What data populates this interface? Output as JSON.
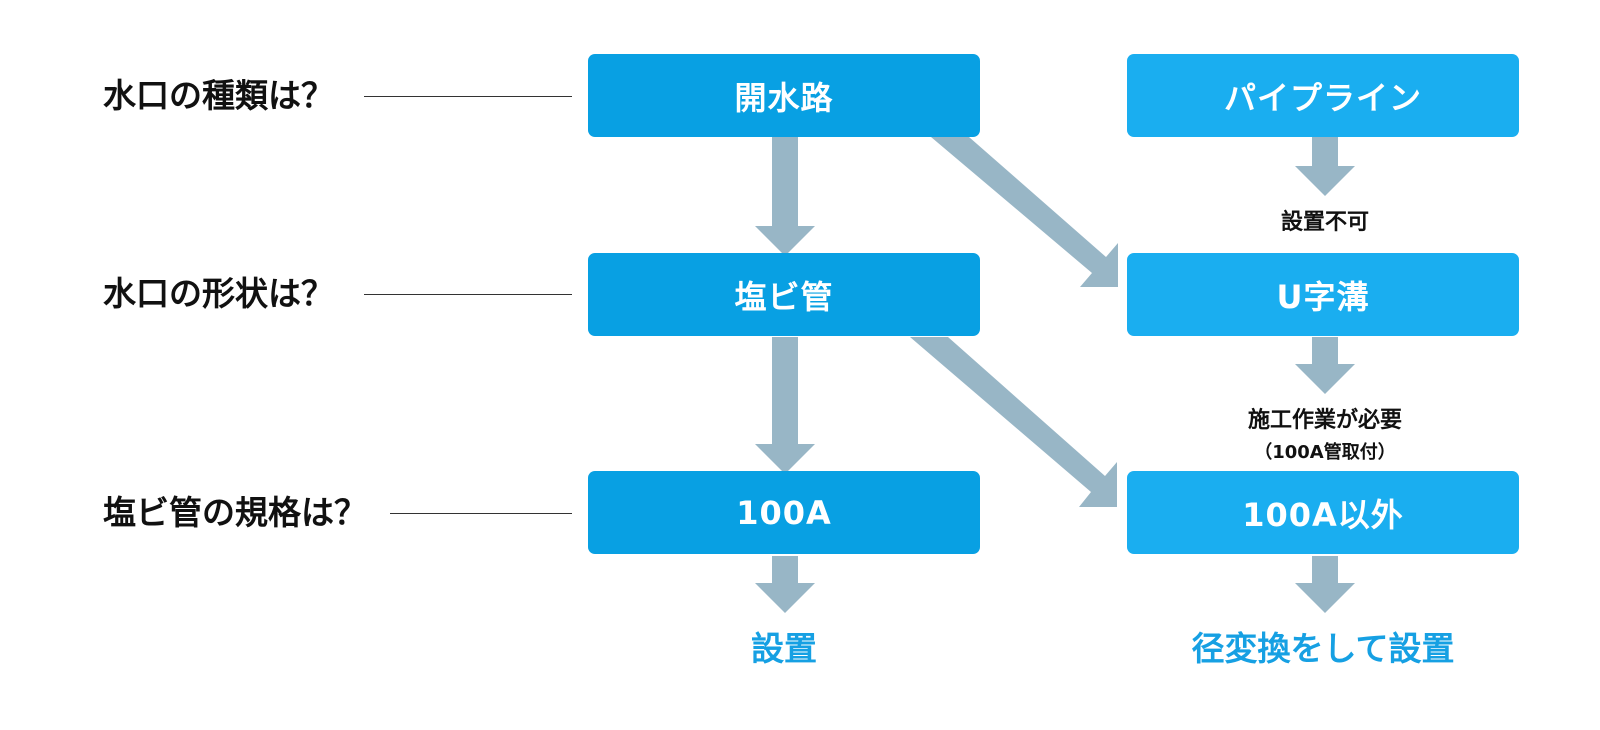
{
  "colors": {
    "box_left": "#08a0e3",
    "box_right": "#1aaef0",
    "arrow": "#98b6c6",
    "result_text": "#16a0e3"
  },
  "questions": {
    "q1": "水口の種類は？",
    "q2": "水口の形状は？",
    "q3": "塩ビ管の規格は？"
  },
  "boxes": {
    "open_channel": "開水路",
    "pipeline": "パイプライン",
    "pvc_pipe": "塩ビ管",
    "u_ditch": "U字溝",
    "size_100a": "100A",
    "size_other": "100A以外"
  },
  "notes": {
    "not_installable": "設置不可",
    "work_required": "施工作業が必要",
    "work_required_detail": "（100A管取付）"
  },
  "results": {
    "install": "設置",
    "convert_install": "径変換をして設置"
  }
}
